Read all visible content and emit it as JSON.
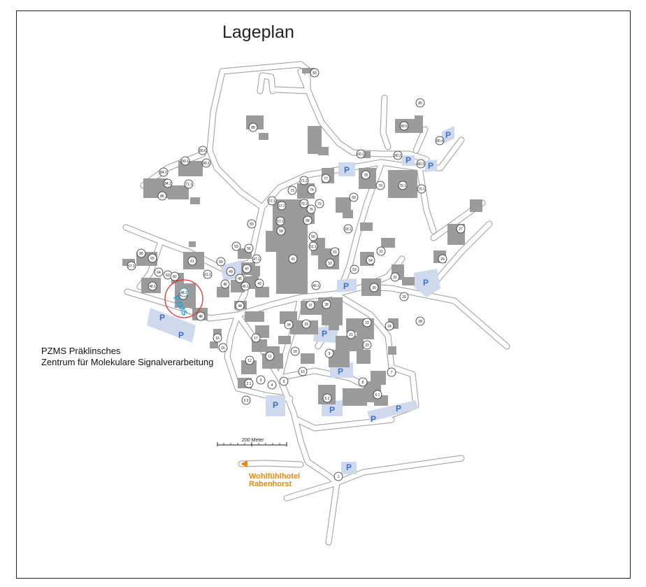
{
  "title": "Lageplan",
  "legend": {
    "line1": "PZMS Präklinsches",
    "line2": "Zentrum für Molekulare Signalverarbeitung"
  },
  "pzms_label": "PZMS",
  "pzms_marker": "48.2",
  "hotel": {
    "line1": "Wohlfühlhotel",
    "line2": "Rabenhorst"
  },
  "scale_label": "200 Meter",
  "parking_letter": "P",
  "colors": {
    "road_edge": "#9a9a9a",
    "building": "#9b9b9b",
    "parking": "#cfd9ee",
    "parking_text": "#3f6fc1",
    "pzms_circle": "#e03030",
    "pzms_text": "#2aa0d0",
    "hotel": "#e8890e"
  },
  "markers": [
    "83",
    "85",
    "80.4",
    "80.2",
    "80.3",
    "80.5",
    "80.6",
    "80.1",
    "90.1",
    "84.1",
    "84.2",
    "86",
    "88",
    "60.1",
    "71.1",
    "71.2",
    "73",
    "74",
    "77",
    "78",
    "79",
    "79.1",
    "70.1",
    "70.2",
    "72",
    "76",
    "69",
    "57.1",
    "57.2",
    "57.3",
    "58",
    "68",
    "55",
    "50.1",
    "50",
    "51.1",
    "51",
    "52",
    "53",
    "54",
    "31",
    "32",
    "30",
    "29",
    "27",
    "26",
    "59",
    "56",
    "47.1",
    "41",
    "47",
    "49",
    "45.1",
    "45",
    "43",
    "46",
    "60",
    "61.1",
    "48.1",
    "86",
    "65",
    "67.1",
    "64",
    "63",
    "82",
    "61",
    "48.2",
    "48",
    "37",
    "38",
    "40.1",
    "44",
    "34",
    "33",
    "22",
    "21",
    "24",
    "28",
    "23",
    "9",
    "8",
    "7",
    "6.1",
    "6.2",
    "16",
    "15",
    "17",
    "18",
    "10",
    "11",
    "12",
    "2.1",
    "2.2",
    "3",
    "4",
    "5",
    "1"
  ]
}
